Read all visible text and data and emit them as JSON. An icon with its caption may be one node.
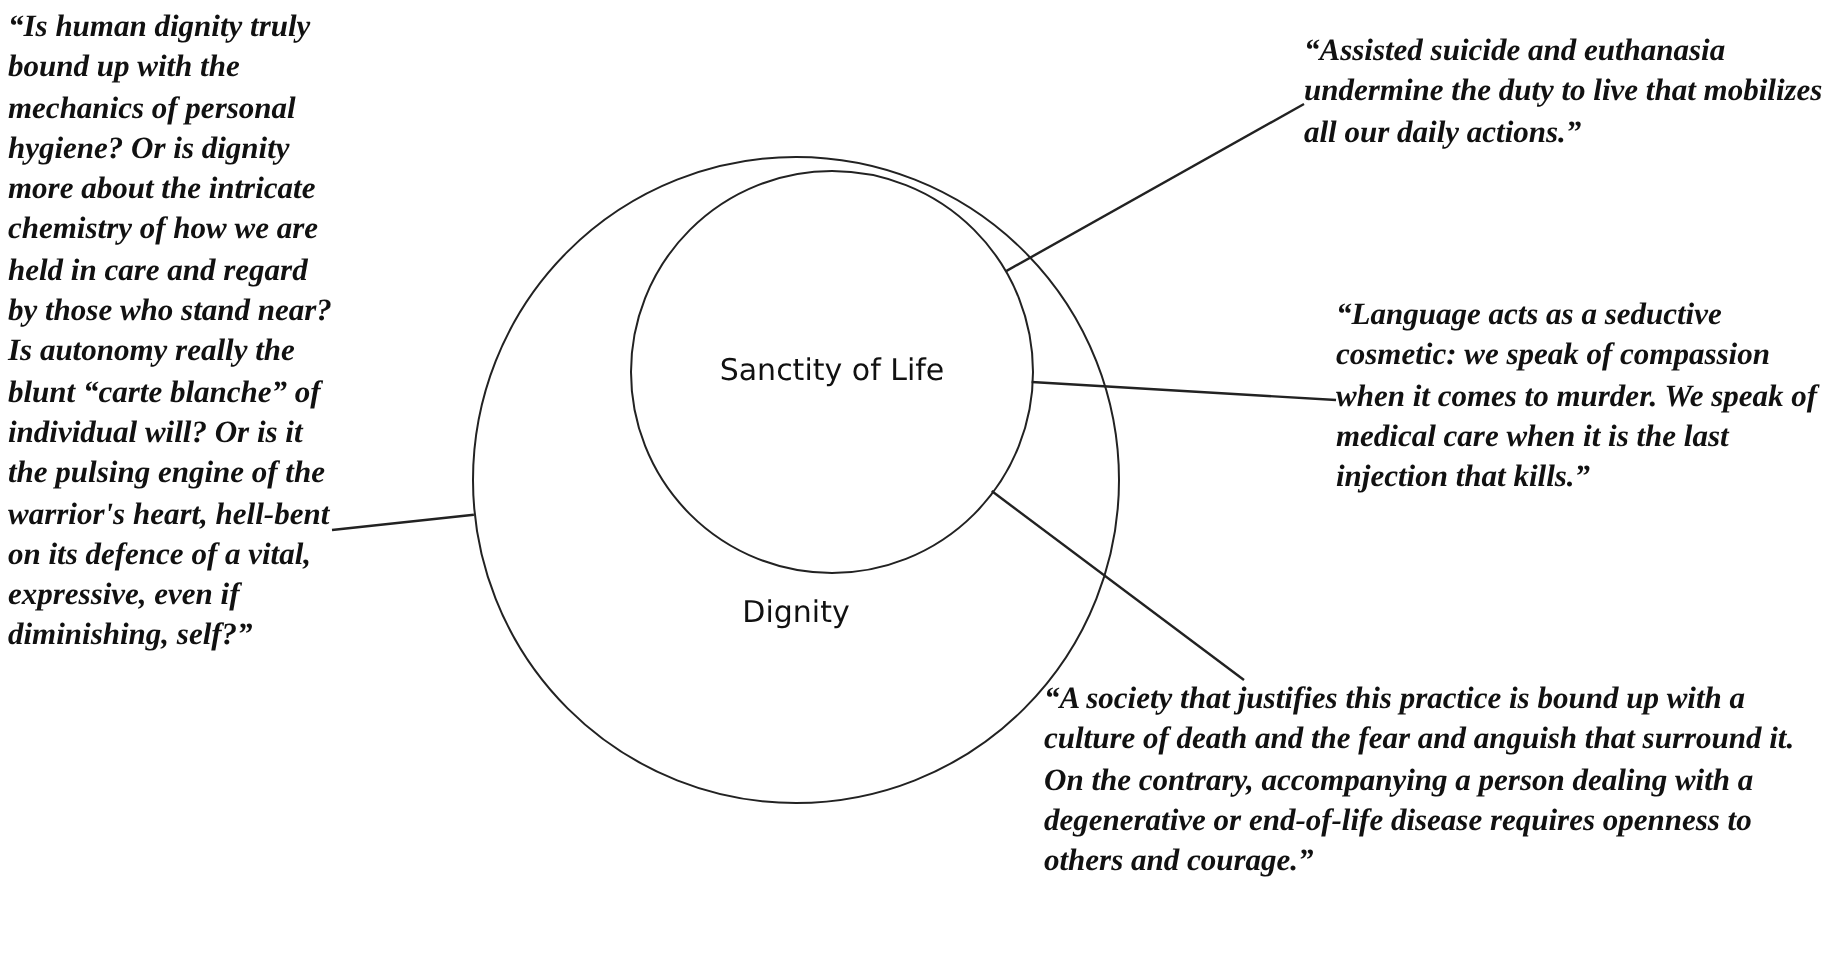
{
  "diagram": {
    "nodes": [
      {
        "text": [
          "Dignity"
        ]
      },
      {
        "text": [
          "Sanctity of Life"
        ],
        "in": 0
      },
      {
        "text": [
          "“Is human dignity truly bound up with the mechanics of personal hygiene? Or is dignity more about the intricate chemistry of how we are held in care and regard by those who stand near? Is autonomy really the blunt “carte blanche” of individual will? Or is it the pulsing engine of the warrior's heart, hell-bent on its defence of a vital, expressive, even if diminishing, self?”"
        ]
      },
      {
        "text": [
          "“Assisted suicide and euthanasia undermine the duty to live that mobilizes all our daily actions.”"
        ]
      },
      {
        "text": [
          "“Language acts as a seductive cosmetic: we speak of compassion when it comes to murder. We speak of medical care when it is the last injection that kills.”"
        ]
      },
      {
        "text": [
          "“A society that justifies this practice is bound up with a culture of death and the fear and anguish that surround it. On the contrary, accompanying a person dealing with a degenerative or end-of-life disease requires openness to others and courage.”"
        ]
      }
    ],
    "edges": [
      {
        "from": 2,
        "to": 0,
        "arrow": "none"
      },
      {
        "from": 3,
        "to": 1,
        "arrow": "none"
      },
      {
        "from": 4,
        "to": 1,
        "arrow": "none"
      },
      {
        "from": 5,
        "to": 1,
        "arrow": "none"
      }
    ]
  }
}
